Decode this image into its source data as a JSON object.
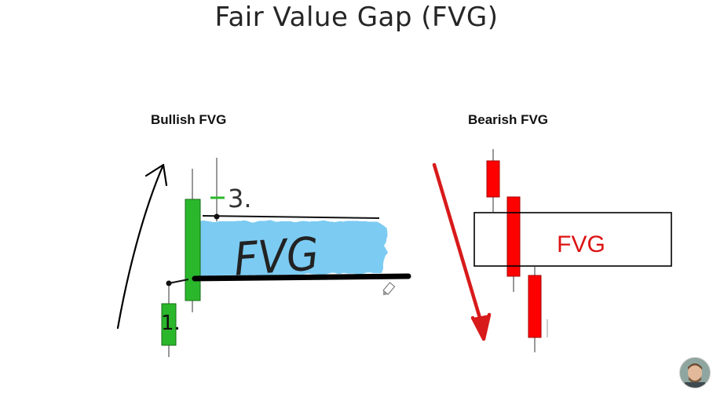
{
  "slide": {
    "title": "Fair Value Gap (FVG)"
  },
  "bullish": {
    "label": "Bullish FVG",
    "gap_label": "FVG",
    "candle_1_marker": "1.",
    "candle_3_marker": "3.",
    "candle_color": "#2bb72b",
    "gap_fill_color": "#7ccbf2",
    "trend_arrow_color": "#000000"
  },
  "bearish": {
    "label": "Bearish FVG",
    "gap_label": "FVG",
    "candle_color": "#ff0000",
    "gap_box_color": "#000000",
    "trend_arrow_color": "#d81a1a"
  },
  "presenter": {
    "avatar_icon": "presenter-avatar"
  }
}
